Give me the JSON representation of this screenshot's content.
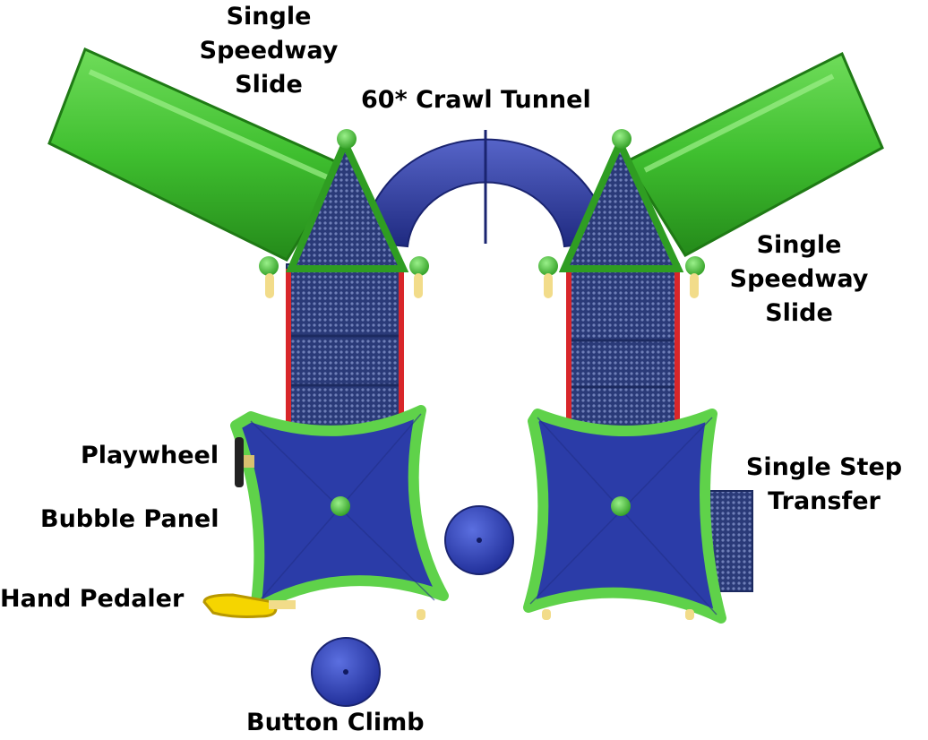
{
  "labels": {
    "slide_left": [
      "Single",
      "Speedway",
      "Slide"
    ],
    "tunnel": "60* Crawl Tunnel",
    "slide_right": [
      "Single",
      "Speedway",
      "Slide"
    ],
    "playwheel": "Playwheel",
    "single_step": [
      "Single Step",
      "Transfer"
    ],
    "bubble_panel": "Bubble Panel",
    "hand_pedaler": "Hand Pedaler",
    "button_climb": "Button Climb"
  },
  "colors": {
    "slide_green": "#3fbf2f",
    "slide_dark": "#258a1c",
    "tunnel_blue": "#2e3a9e",
    "roof_blue": "#2b3ca8",
    "deck_navy": "#2a3a78",
    "post_red": "#d8262a",
    "post_yellow": "#f2dc8a"
  }
}
